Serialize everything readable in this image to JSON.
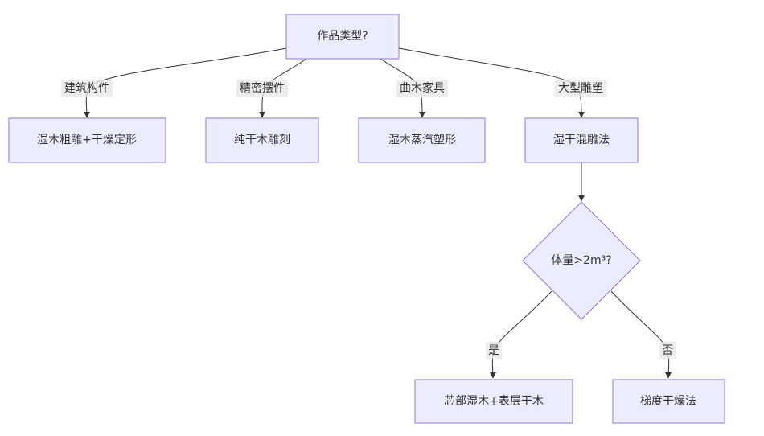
{
  "nodes": {
    "root": "作品类型?",
    "arch": "湿木粗雕+干燥定形",
    "fine": "纯干木雕刻",
    "curved": "湿木蒸汽塑形",
    "large": "湿干混雕法",
    "decision": "体量>2m³?",
    "yes_result": "芯部湿木+表层干木",
    "no_result": "梯度干燥法"
  },
  "edges": {
    "arch": "建筑构件",
    "fine": "精密摆件",
    "curved": "曲木家具",
    "large": "大型雕塑",
    "yes": "是",
    "no": "否"
  },
  "colors": {
    "node_fill": "#ECECFF",
    "node_stroke": "#9370DB",
    "edge": "#333333",
    "edge_label_bg": "#e8e8e8",
    "text": "#333333"
  }
}
